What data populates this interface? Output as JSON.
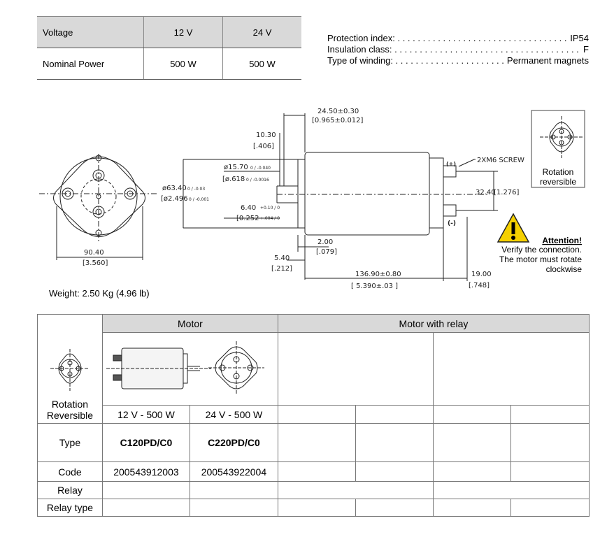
{
  "spec_table": {
    "rows": [
      {
        "label": "Voltage",
        "v12": "12 V",
        "v24": "24 V"
      },
      {
        "label": "Nominal Power",
        "v12": "500 W",
        "v24": "500 W"
      }
    ]
  },
  "properties": [
    {
      "label": "Protection index:",
      "value": "IP54"
    },
    {
      "label": "Insulation class:",
      "value": "F"
    },
    {
      "label": "Type of winding:",
      "value": "Permanent magnets"
    }
  ],
  "drawing": {
    "dim_24_50": "24.50±0.30",
    "dim_24_50_in": "[0.965±0.012]",
    "dim_10_30": "10.30",
    "dim_10_30_in": "[.406]",
    "dim_15_70": "ø15.70",
    "dim_15_70_tol": "0 / -0.040",
    "dim_15_70_in": "[ø.618",
    "dim_15_70_in_tol": "0 / -0.0016",
    "dim_63_40": "ø63.40",
    "dim_63_40_tol": "0 / -0.03",
    "dim_63_40_in": "[ø2.496",
    "dim_63_40_in_tol": "0 / -0.001",
    "dim_6_40": "6.40",
    "dim_6_40_tol": "+0.10 / 0",
    "dim_6_40_in": "[0.252",
    "dim_6_40_in_tol": "+.004 / 0",
    "dim_2_00": "2.00",
    "dim_2_00_in": "[.079]",
    "dim_5_40": "5.40",
    "dim_5_40_in": "[.212]",
    "dim_90_40": "90.40",
    "dim_90_40_in": "[3.560]",
    "dim_136_90": "136.90±0.80",
    "dim_136_90_in": "[ 5.390±.03 ]",
    "dim_19_00": "19.00",
    "dim_19_00_in": "[.748]",
    "dim_32_40": "32.40",
    "dim_32_40_in": "[1.276]",
    "screw": "2XM6 SCREW",
    "plus": "(+)",
    "minus": "(-)",
    "rotation_box_line1": "Rotation",
    "rotation_box_line2": "reversible",
    "attention_title": "Attention!",
    "attention_line1": "Verify the connection.",
    "attention_line2": "The motor must rotate",
    "attention_line3": "clockwise"
  },
  "weight": "Weight:  2.50 Kg (4.96 lb)",
  "main_table": {
    "header_motor": "Motor",
    "header_relay": "Motor with relay",
    "rotation_label_1": "Rotation",
    "rotation_label_2": "Reversible",
    "versions": [
      "12 V - 500 W",
      "24 V - 500 W"
    ],
    "type_label": "Type",
    "types": [
      "C120PD/C0",
      "C220PD/C0"
    ],
    "code_label": "Code",
    "codes": [
      "200543912003",
      "200543922004"
    ],
    "relay_label": "Relay",
    "relay_type_label": "Relay type"
  },
  "colors": {
    "header_grey": "#d9d9d9",
    "warning_yellow": "#f5d000"
  }
}
